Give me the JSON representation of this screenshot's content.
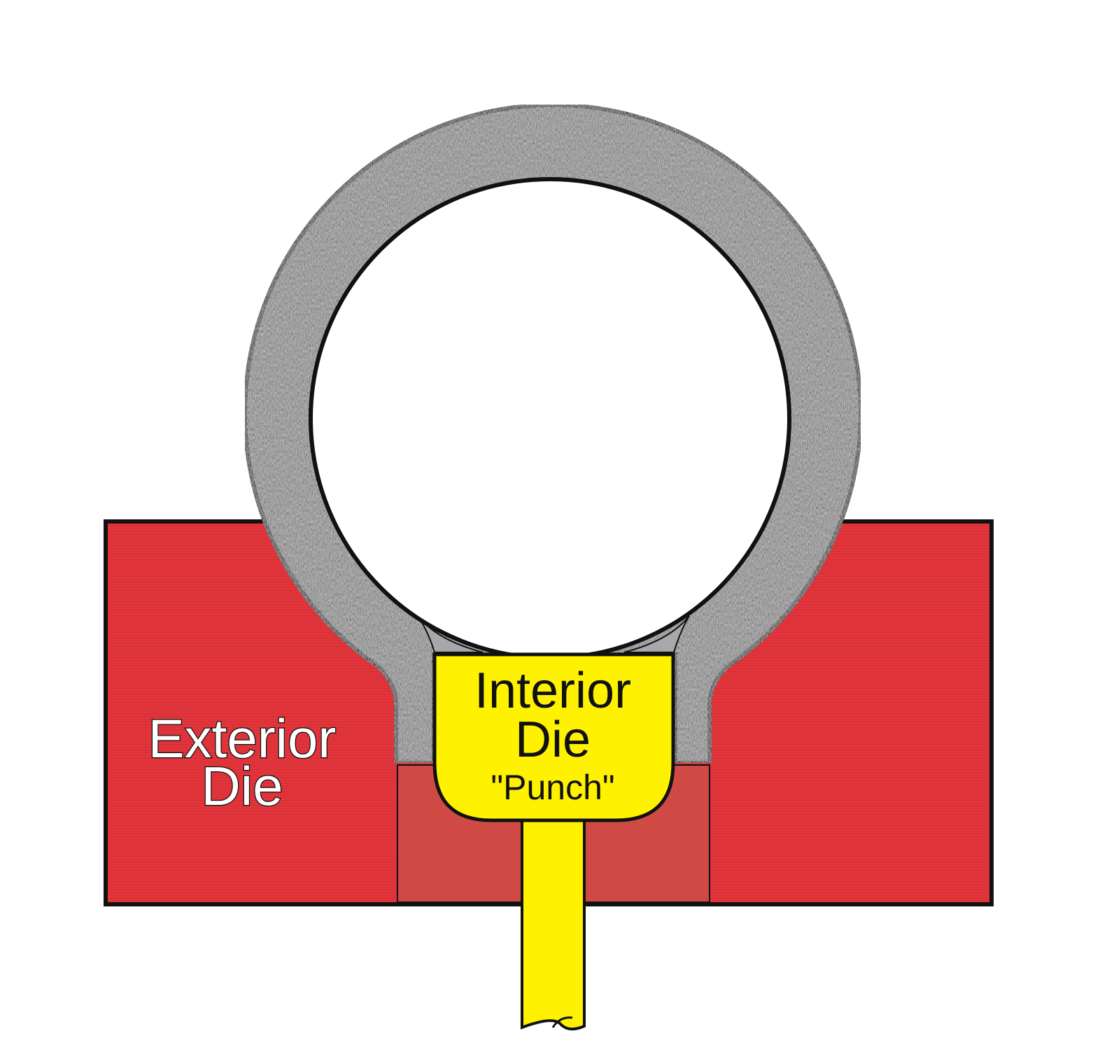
{
  "diagram": {
    "exterior_die": {
      "line1": "Exterior",
      "line2": "Die"
    },
    "interior_die": {
      "line1": "Interior",
      "line2": "Die",
      "line3": "\"Punch\""
    },
    "colors": {
      "exterior_die_red": "#e2353b",
      "exterior_die_pocket": "#cf4a44",
      "tube_gray": "#8e8e8e",
      "tube_gap_gray": "#a8a8aa",
      "punch_yellow": "#fff200",
      "outline": "#111111",
      "background": "#ffffff"
    }
  }
}
